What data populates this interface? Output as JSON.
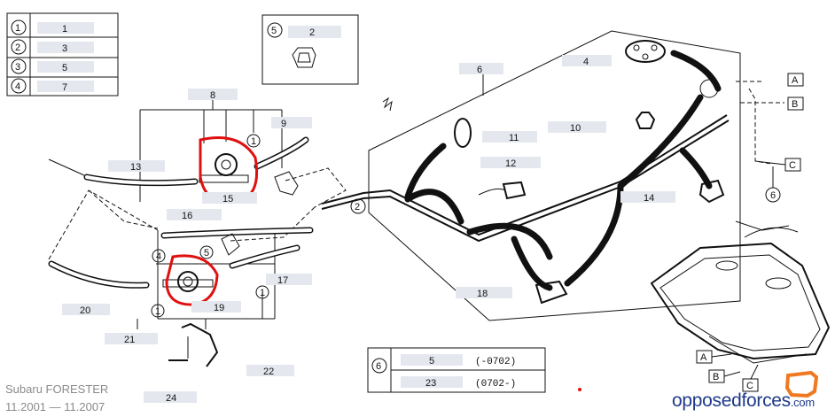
{
  "legend": [
    {
      "key": "1",
      "value": "1"
    },
    {
      "key": "2",
      "value": "3"
    },
    {
      "key": "3",
      "value": "5"
    },
    {
      "key": "4",
      "value": "7"
    }
  ],
  "inset": {
    "key": "5",
    "value": "2"
  },
  "parts": {
    "p1": "1",
    "p2": "2",
    "p3": "3",
    "p4": "4",
    "p5": "5",
    "p6": "6",
    "p7": "7",
    "p8": "8",
    "p9": "9",
    "p10": "10",
    "p11": "11",
    "p12": "12",
    "p13": "13",
    "p14": "14",
    "p15": "15",
    "p16": "16",
    "p17": "17",
    "p18": "18",
    "p19": "19",
    "p20": "20",
    "p21": "21",
    "p22": "22",
    "p23": "23",
    "p24": "24"
  },
  "callouts": {
    "a": "A",
    "b": "B",
    "c": "C",
    "c1": "1",
    "c2": "2",
    "c4": "4",
    "c5": "5",
    "c6": "6"
  },
  "table6": {
    "key": "6",
    "rows": [
      {
        "part": "5",
        "range": "(-0702)"
      },
      {
        "part": "23",
        "range": "(0702-)"
      }
    ]
  },
  "footer": {
    "model": "Subaru FORESTER",
    "years": "11.2001 — 11.2007",
    "brand_main": "opposedforces",
    "brand_tld": ".com"
  },
  "colors": {
    "highlight": "#e01010",
    "brand": "#1f3a8a"
  }
}
